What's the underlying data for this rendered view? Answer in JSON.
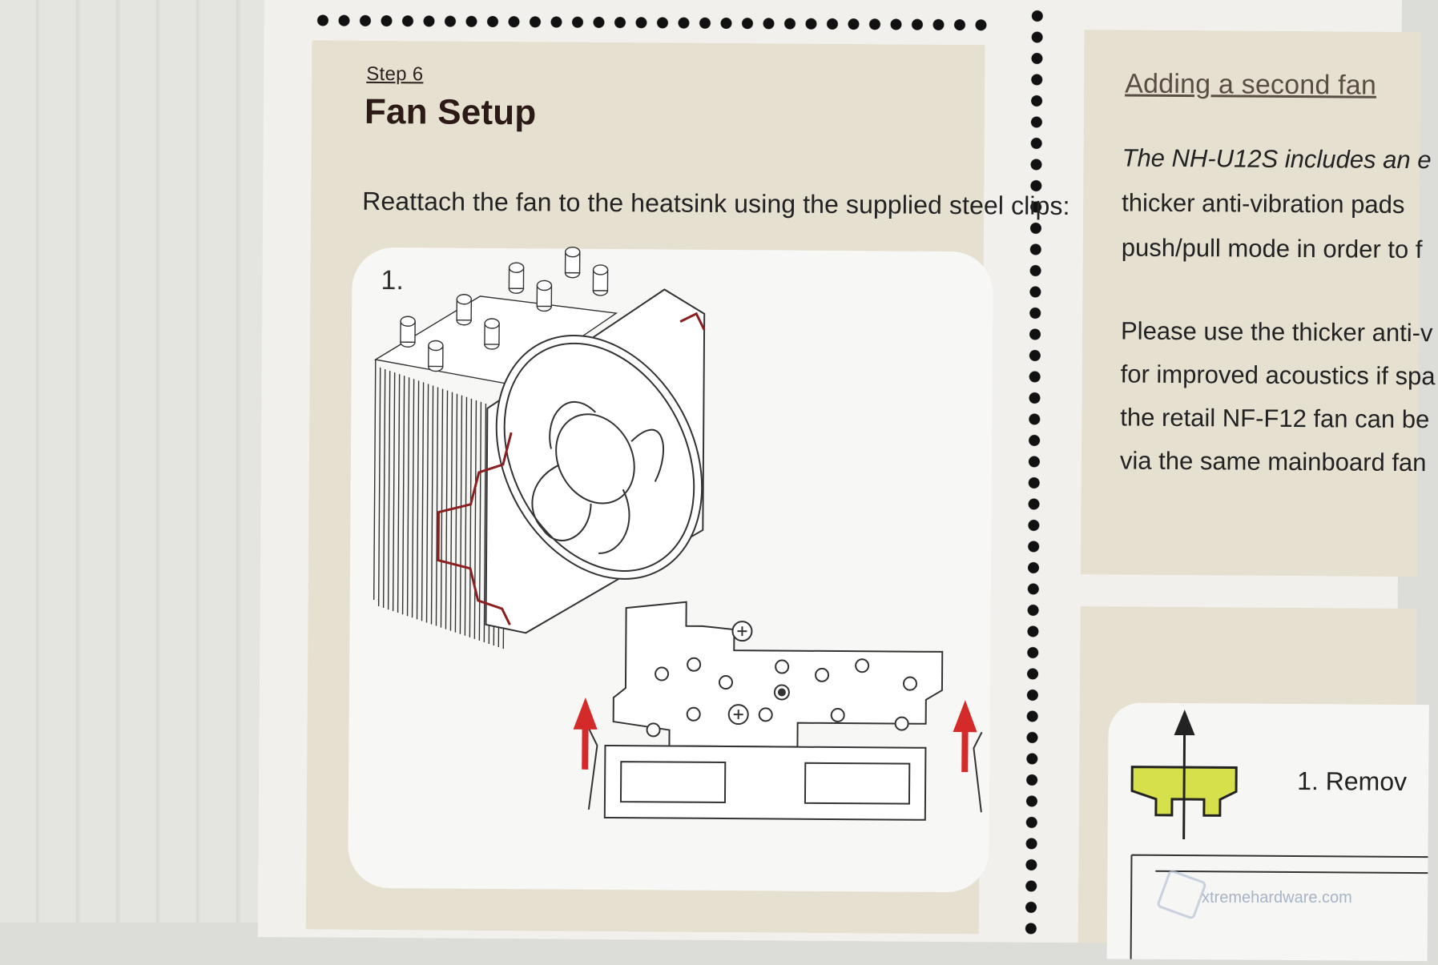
{
  "step": {
    "label": "Step 6",
    "title": "Fan Setup",
    "instruction": "Reattach the fan to the heatsink using the supplied steel clips:",
    "figure_number": "1."
  },
  "second_fan": {
    "title": "Adding a second fan",
    "para1": [
      "The NH-U12S includes an e",
      "thicker anti-vibration pads",
      "push/pull mode in order to f"
    ],
    "para2": [
      "Please use the thicker anti-v",
      "for improved acoustics if spa",
      "the retail NF-F12 fan can be",
      "via the same mainboard fan"
    ],
    "step_label": "1. Remov"
  },
  "watermark": "xtremehardware.com",
  "colors": {
    "panel": "#e6e0d0",
    "clip_red": "#8b1f1f",
    "arrow_red": "#d42a2a",
    "yellow": "#d6e04a"
  },
  "icons": [
    "heatsink-fan-illustration",
    "arrow-up-icon",
    "mounting-bracket-icon"
  ]
}
